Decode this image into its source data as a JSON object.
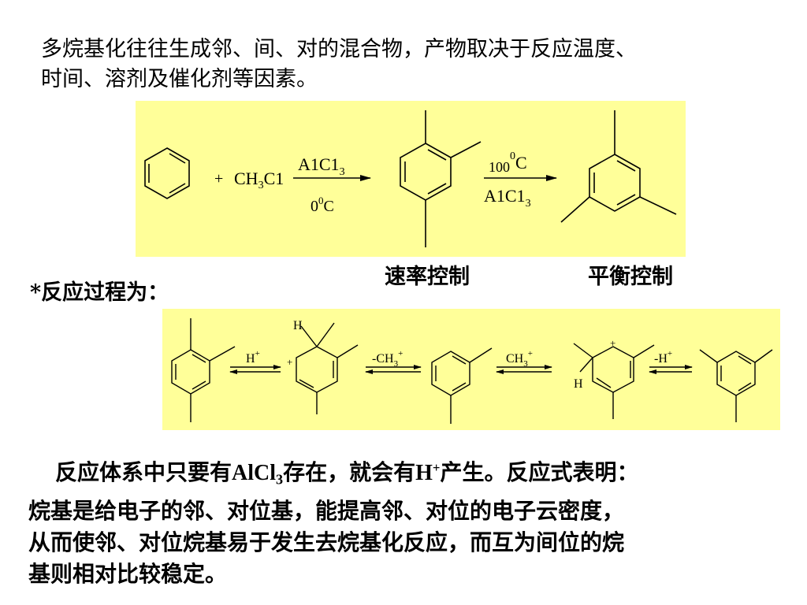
{
  "paragraph1": {
    "line1": "多烷基化往往生成邻、间、对的混合物，产物取决于反应温度、",
    "line2": "时间、溶剂及催化剂等因素。"
  },
  "scheme1": {
    "plus": "+",
    "reagent": "CH",
    "reagent_sub": "3",
    "reagent_tail": "C1",
    "arrow1_top": "A1C1",
    "arrow1_top_sub": "3",
    "arrow1_bottom": "0",
    "arrow1_bottom_sup": "0",
    "arrow1_bottom_unit": "C",
    "arrow2_top": "100",
    "arrow2_top_sup": "0",
    "arrow2_top_unit": "C",
    "arrow2_bottom": "A1C1",
    "arrow2_bottom_sub": "3"
  },
  "captions": {
    "rate": "速率控制",
    "equilibrium": "平衡控制"
  },
  "process_label": "*反应过程为：",
  "scheme2": {
    "step1": "H",
    "step1_sup": "+",
    "intermediate1_plus": "+",
    "intermediate1_h": "H",
    "step2": "-CH",
    "step2_sub": "3",
    "step2_sup": "+",
    "step3": "CH",
    "step3_sub": "3",
    "step3_sup": "+",
    "intermediate2_plus": "+",
    "intermediate2_h": "H",
    "step4": "-H",
    "step4_sup": "+"
  },
  "paragraph2": {
    "line1_a": "反应体系中只要有",
    "line1_b": "AlCl",
    "line1_b_sub": "3",
    "line1_c": "存在，就会有",
    "line1_d": "H",
    "line1_d_sup": "+",
    "line1_e": "产生。反应式表明：",
    "line2": "烷基是给电子的邻、对位基，能提高邻、对位的电子云密度，",
    "line3": "从而使邻、对位烷基易于发生去烷基化反应，而互为间位的烷",
    "line4": "基则相对比较稳定。"
  },
  "colors": {
    "panel_bg": "#ffff99",
    "text": "#000000"
  }
}
